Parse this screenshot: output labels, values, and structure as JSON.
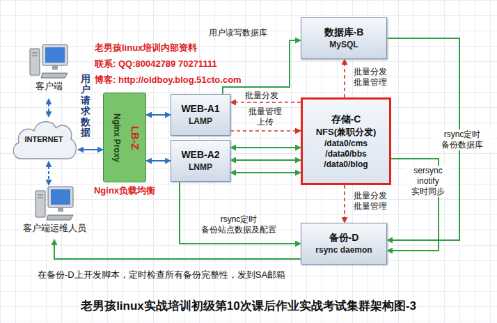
{
  "diagram": {
    "title": "老男孩linux实战培训初级第10次课后作业实战考试集群架构图-3",
    "nodes": [
      {
        "text": [
          "客户端"
        ]
      },
      {
        "text": [
          "INTERNET"
        ]
      },
      {
        "text": [
          "客户端运维人员"
        ]
      },
      {
        "text": [
          "LB-Z",
          "Nginx Proxy",
          "Nginx负载均衡"
        ]
      },
      {
        "text": [
          "WEB-A1",
          "LAMP"
        ]
      },
      {
        "text": [
          "WEB-A2",
          "LNMP"
        ]
      },
      {
        "text": [
          "数据库-B",
          "MySQL"
        ]
      },
      {
        "text": [
          "存储-C",
          "NFS(兼职分发)",
          "/data0/cms",
          "/data0/bbs",
          "/data0/blog"
        ]
      },
      {
        "text": [
          "备份-D",
          "rsync daemon"
        ]
      }
    ],
    "edges": [
      {
        "from": 0,
        "to": 1,
        "arrow": "both"
      },
      {
        "from": 1,
        "to": 2,
        "arrow": "both"
      },
      {
        "from": 1,
        "to": 3,
        "arrow": "both"
      },
      {
        "from": 3,
        "to": 4,
        "arrow": "both"
      },
      {
        "from": 3,
        "to": 5,
        "arrow": "both"
      },
      {
        "from": 4,
        "to": 6,
        "label": "用户读写数据库",
        "arrow": "to"
      },
      {
        "from": 7,
        "to": 4,
        "label": "批量分发",
        "arrow": "to"
      },
      {
        "from": 4,
        "to": 7,
        "label": "批量管理 上传",
        "arrow": "to"
      },
      {
        "from": 5,
        "to": 7,
        "arrow": "both"
      },
      {
        "from": 5,
        "to": 7,
        "arrow": "both"
      },
      {
        "from": 5,
        "to": 7,
        "arrow": "both"
      },
      {
        "from": 7,
        "to": 6,
        "label": "批量分发 批量管理",
        "arrow": "to"
      },
      {
        "from": 7,
        "to": 8,
        "label": "批量分发 批量管理",
        "arrow": "to"
      },
      {
        "from": 6,
        "to": 8,
        "label": "rsync定时 备份数据库",
        "arrow": "to"
      },
      {
        "from": 7,
        "to": 8,
        "label": "sersync inotify 实时同步",
        "arrow": "to"
      },
      {
        "from": 5,
        "to": 8,
        "label": "rsync定时 备份站点数据及配置",
        "arrow": "to"
      },
      {
        "from": 8,
        "to": 2,
        "arrow": "to"
      }
    ],
    "labels": [
      "老男孩linux培训内部资料",
      "联系: QQ:80042789 70271111",
      "博客: http://oldboy.blog.51cto.com",
      "用户请求数据",
      "在备份-D上开发脚本，定时检查所有备份完整性，发到SA邮箱"
    ]
  }
}
